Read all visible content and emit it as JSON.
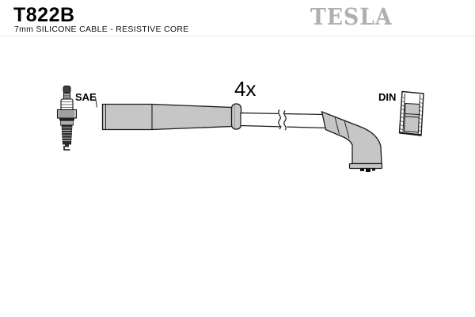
{
  "header": {
    "part_number": "T822B",
    "subtitle": "7mm SILICONE CABLE - RESISTIVE CORE",
    "brand": "TESLA"
  },
  "diagram": {
    "quantity_label": "4x",
    "sae_label": "SAE",
    "din_label": "DIN"
  },
  "colors": {
    "brand_gray": "#b0b0b0",
    "part_fill_gray": "#c6c6c6",
    "outline_black": "#1a1a1a",
    "header_rule": "#e3e3e3",
    "background": "#ffffff"
  }
}
